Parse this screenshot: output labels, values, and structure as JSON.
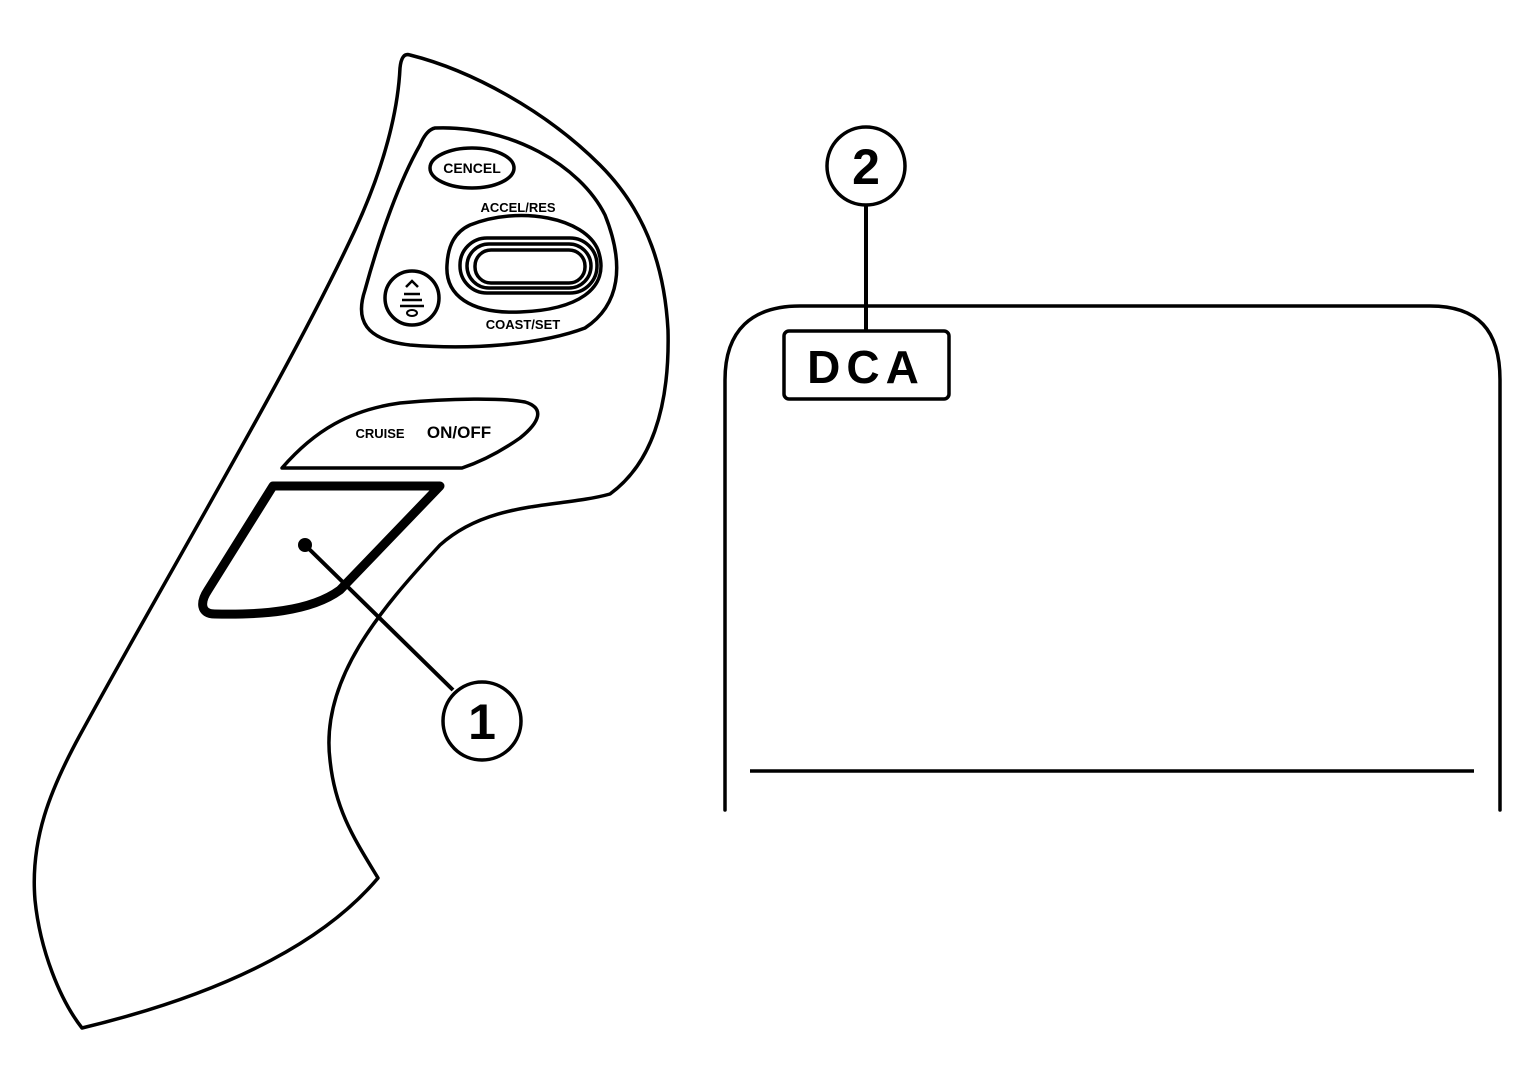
{
  "switch_labels": {
    "cancel": "CENCEL",
    "accel_res": "ACCEL/RES",
    "coast_set": "COAST/SET",
    "cruise": "CRUISE",
    "on_off": "ON/OFF"
  },
  "icons": {
    "distance": "vehicle-distance-icon"
  },
  "callouts": [
    {
      "number": "1"
    },
    {
      "number": "2"
    }
  ],
  "display": {
    "indicator": "DCA"
  }
}
